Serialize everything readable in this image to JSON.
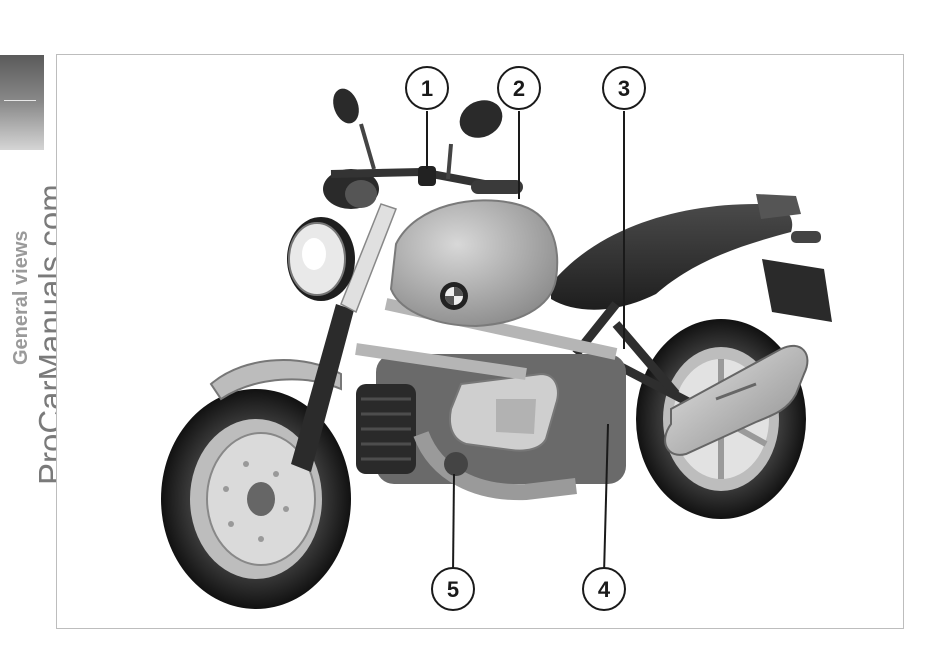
{
  "section_title": "General views",
  "watermark": "ProCarManuals.com",
  "callouts": [
    {
      "label": "1"
    },
    {
      "label": "2"
    },
    {
      "label": "3"
    },
    {
      "label": "4"
    },
    {
      "label": "5"
    }
  ]
}
